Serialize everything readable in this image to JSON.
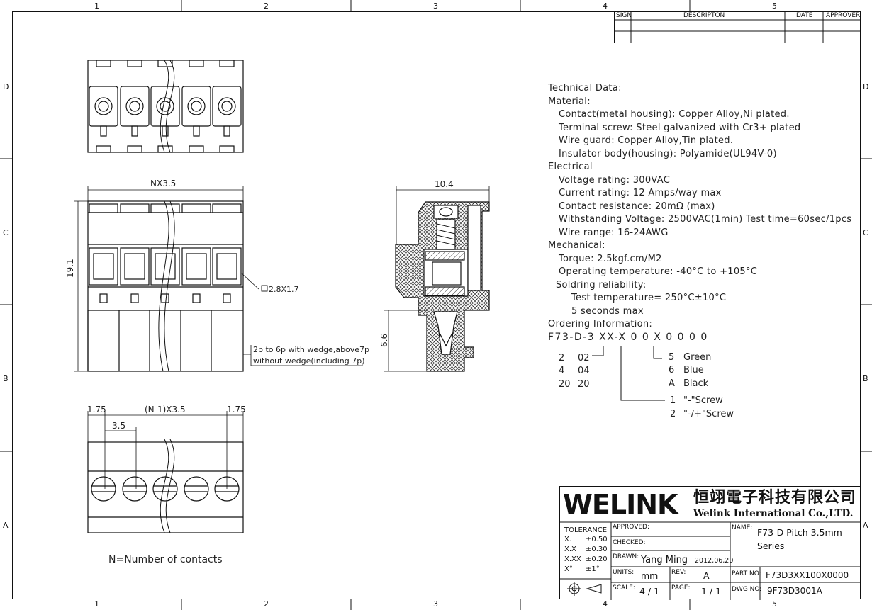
{
  "grid": {
    "columns": [
      "1",
      "2",
      "3",
      "4",
      "5"
    ],
    "rows": [
      "D",
      "C",
      "B",
      "A"
    ]
  },
  "revision_table": {
    "sign": "SIGN",
    "description": "DESCRIPTON",
    "date": "DATE",
    "approver": "APPROVER"
  },
  "technical_data": [
    {
      "text": "Technical Data:",
      "indent": 0
    },
    {
      "text": "Material:",
      "indent": 0
    },
    {
      "text": "Contact(metal housing): Copper Alloy,Ni plated.",
      "indent": 1
    },
    {
      "text": "Terminal screw: Steel galvanized with Cr3+ plated",
      "indent": 1
    },
    {
      "text": "Wire guard: Copper Alloy,Tin plated.",
      "indent": 1
    },
    {
      "text": "Insulator body(housing): Polyamide(UL94V-0)",
      "indent": 1
    },
    {
      "text": "Electrical",
      "indent": 0
    },
    {
      "text": "Voltage rating: 300VAC",
      "indent": 1
    },
    {
      "text": "Current rating: 12 Amps/way max",
      "indent": 1
    },
    {
      "text": "Contact resistance: 20mΩ (max)",
      "indent": 1
    },
    {
      "text": "Withstanding Voltage: 2500VAC(1min) Test time=60sec/1pcs",
      "indent": 1
    },
    {
      "text": "Wire range: 16-24AWG",
      "indent": 1
    },
    {
      "text": "Mechanical:",
      "indent": 0
    },
    {
      "text": "Torque: 2.5kgf.cm/M2",
      "indent": 1
    },
    {
      "text": "Operating temperature: -40°C to +105°C",
      "indent": 1
    },
    {
      "text": "Soldring reliability:",
      "indent": 2
    },
    {
      "text": "Test temperature= 250°C±10°C",
      "indent": 3
    },
    {
      "text": "5 seconds max",
      "indent": 3
    },
    {
      "text": "Ordering Information:",
      "indent": 0
    }
  ],
  "ordering": {
    "code": "F73-D-3 XX-X 0 0 X 0 0 0 0",
    "pins": [
      [
        "2",
        "02"
      ],
      [
        "4",
        "04"
      ],
      [
        "20",
        "20"
      ]
    ],
    "colors": [
      [
        "5",
        "Green"
      ],
      [
        "6",
        "Blue"
      ],
      [
        "A",
        "Black"
      ]
    ],
    "screws": [
      [
        "1",
        "\"-\"Screw"
      ],
      [
        "2",
        "\"-/+\"Screw"
      ]
    ]
  },
  "dimensions": {
    "nx": "NX3.5",
    "height": "19.1",
    "square": "2.8X1.7",
    "wedge_note_1": "2p to 6p with wedge,above7p",
    "wedge_note_2": "without wedge(including 7p)",
    "side_width": "10.4",
    "side_height": "6.6",
    "pitch_left": "1.75",
    "pitch_mid": "(N-1)X3.5",
    "pitch_right": "1.75",
    "pitch": "3.5",
    "n_note": "N=Number of contacts"
  },
  "title_block": {
    "logo": "WELINK",
    "company_cn": "恒翊電子科技有限公司",
    "company_en": "Welink International Co.,LTD.",
    "tolerance_label": "TOLERANCE",
    "tolerances": [
      [
        "X.",
        "±0.50"
      ],
      [
        "X.X",
        "±0.30"
      ],
      [
        "X.XX",
        "±0.20"
      ],
      [
        "X°",
        "±1°"
      ]
    ],
    "approved_label": "APPROVED:",
    "checked_label": "CHECKED:",
    "drawn_label": "DRAWN:",
    "drawn_by": "Yang Ming",
    "drawn_date": "2012,06,20",
    "units_label": "UNITS:",
    "units": "mm",
    "rev_label": "REV:",
    "rev": "A",
    "scale_label": "SCALE:",
    "scale": "4 / 1",
    "page_label": "PAGE:",
    "page": "1 / 1",
    "name_label": "NAME:",
    "name_line1": "F73-D Pitch 3.5mm",
    "name_line2": "Series",
    "part_no_label": "PART NO:",
    "part_no": "F73D3XX100X0000",
    "dwg_no_label": "DWG NO:",
    "dwg_no": "9F73D3001A"
  },
  "colors": {
    "line": "#111111",
    "hatch": "#333333"
  }
}
